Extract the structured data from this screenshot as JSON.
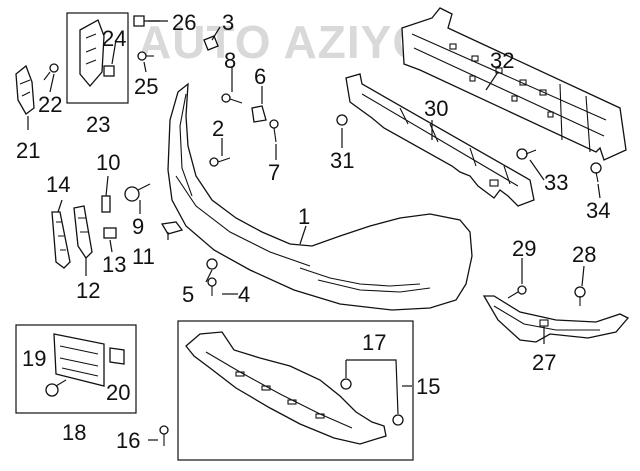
{
  "watermark": "AUTO AZIYO",
  "callouts": {
    "p1": "1",
    "p2": "2",
    "p3": "3",
    "p4": "4",
    "p5": "5",
    "p6": "6",
    "p7": "7",
    "p8": "8",
    "p9": "9",
    "p10": "10",
    "p11": "11",
    "p12": "12",
    "p13": "13",
    "p14": "14",
    "p15": "15",
    "p16": "16",
    "p17": "17",
    "p18": "18",
    "p19": "19",
    "p20": "20",
    "p21": "21",
    "p22": "22",
    "p23": "23",
    "p24": "24",
    "p25": "25",
    "p26": "26",
    "p27": "27",
    "p28": "28",
    "p29": "29",
    "p30": "30",
    "p31": "31",
    "p32": "32",
    "p33": "33",
    "p34": "34"
  }
}
